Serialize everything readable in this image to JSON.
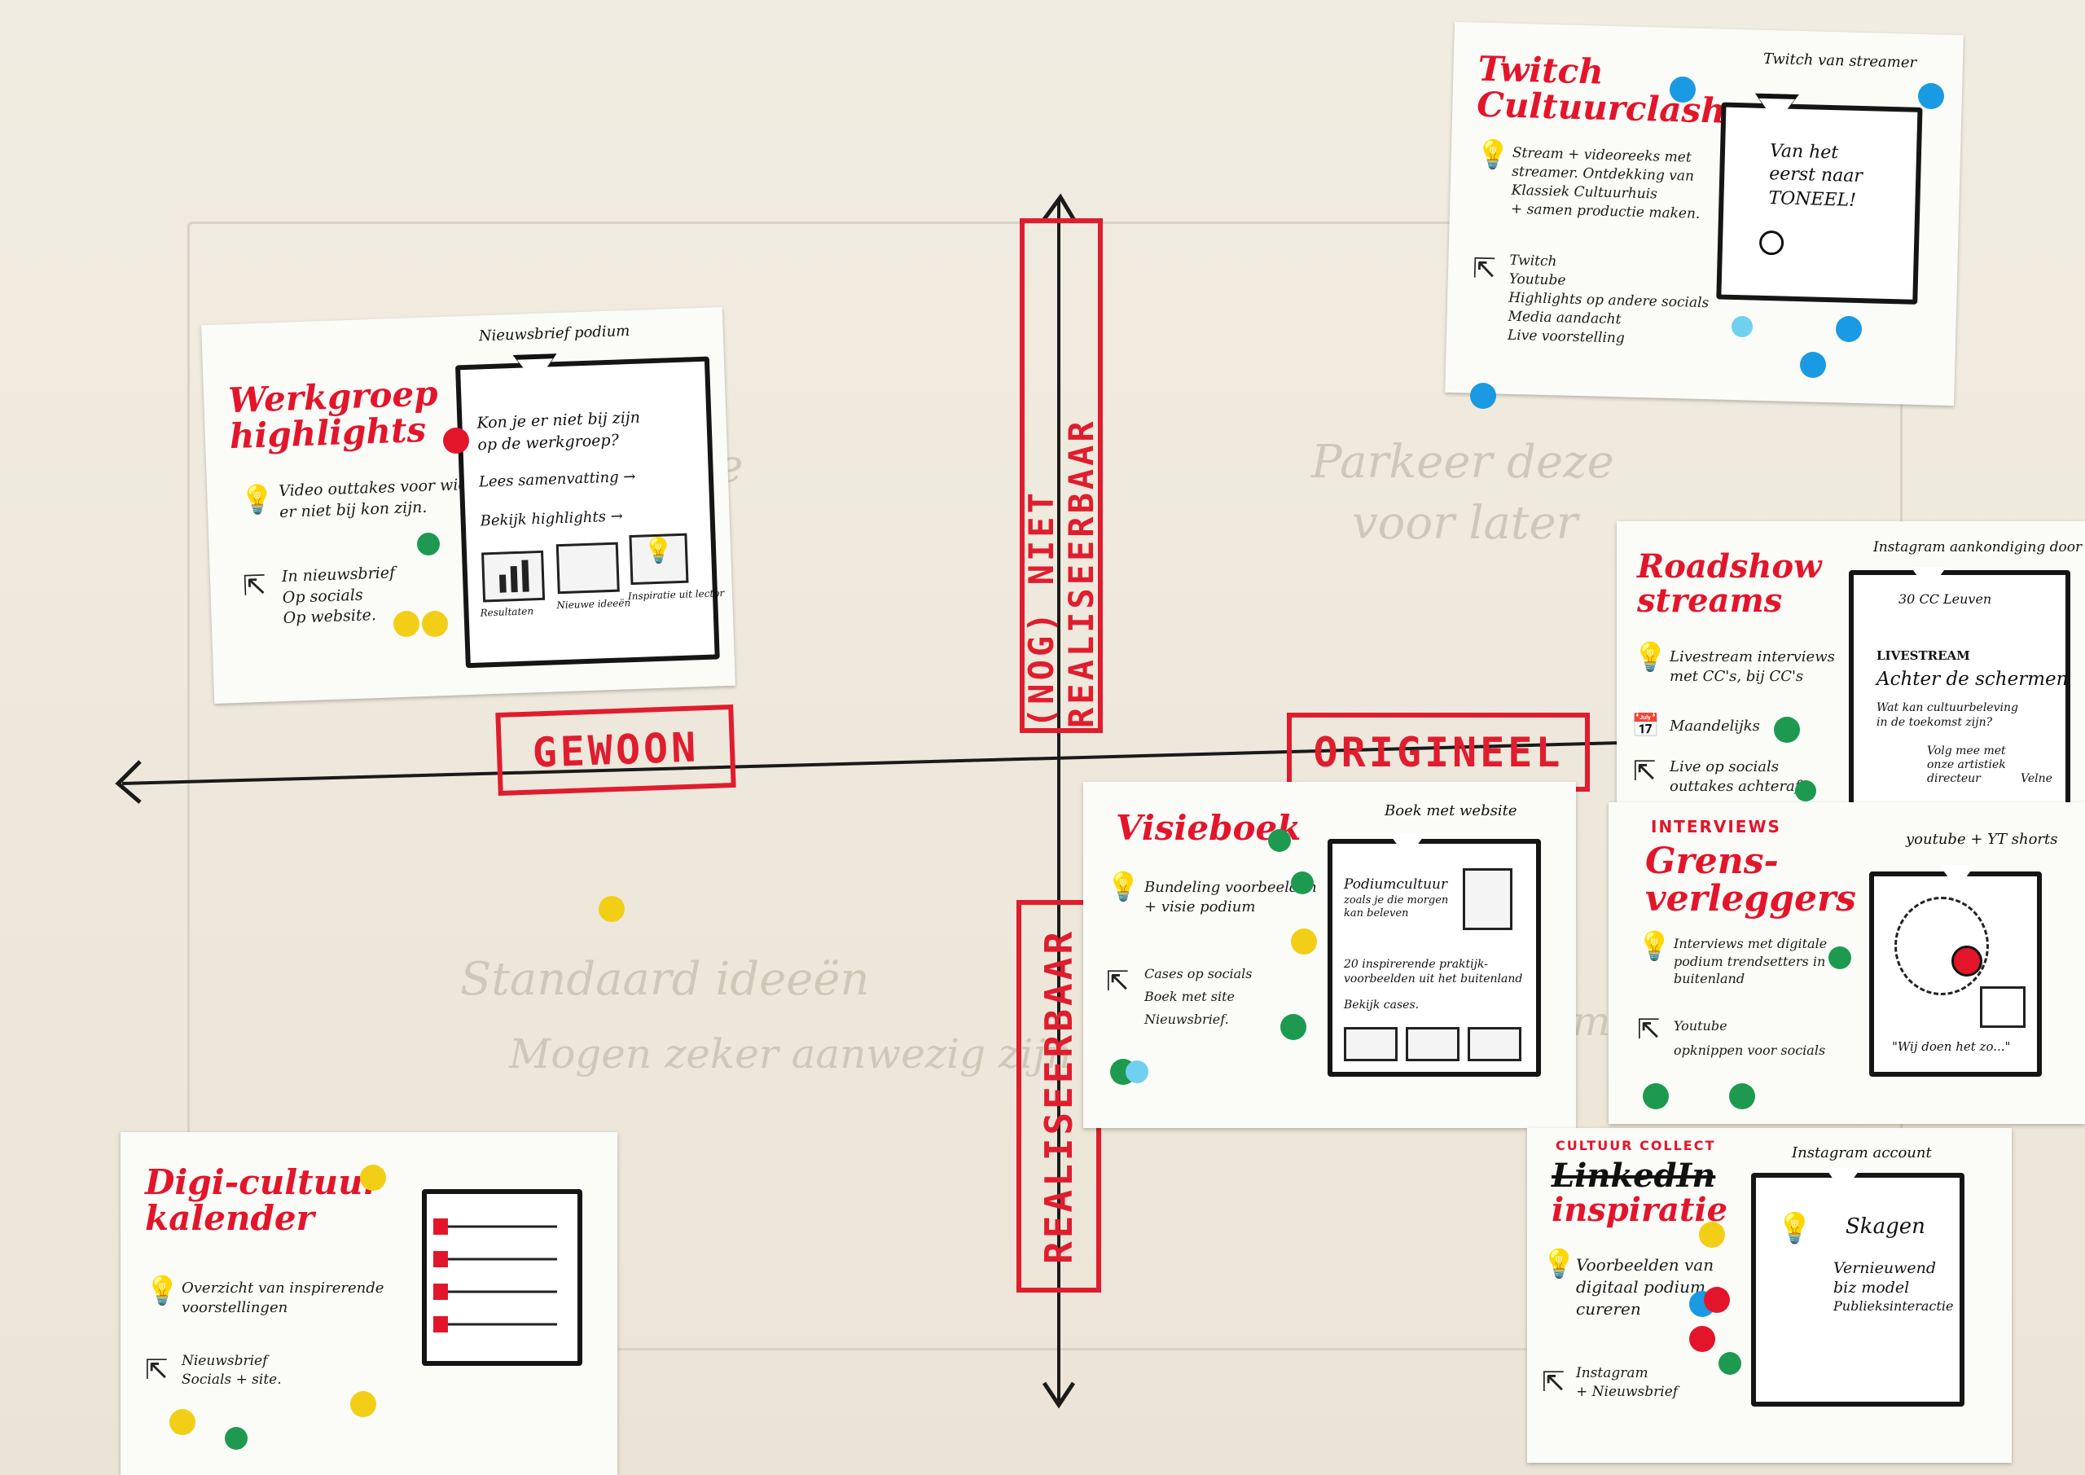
{
  "background_notes": {
    "top_left": "ze",
    "top_right": [
      "Parkeer deze",
      "voor later"
    ],
    "bottom_left": [
      "Standaard ideeën",
      "Mogen zeker aanwezig zijn"
    ],
    "bottom_right": "me"
  },
  "axes": {
    "left": "GEWOON",
    "right": "ORIGINEEL",
    "top": "(NOG) NIET REALISEERBAAR",
    "bottom": "REALISEERBAAR"
  },
  "cards": {
    "werkgroep": {
      "title": [
        "Werkgroep",
        "highlights"
      ],
      "idea": [
        "Video outtakes voor wie",
        "er niet bij kon zijn."
      ],
      "channels": [
        "In nieuwsbrief",
        "Op socials",
        "Op website."
      ],
      "screen_label": "Nieuwsbrief podium",
      "screen_lines": [
        "Kon je er niet bij zijn",
        "op de werkgroep?",
        "Lees samenvatting →",
        "Bekijk highlights →"
      ],
      "tiles": [
        "Resultaten",
        "Nieuwe ideeën",
        "Inspiratie uit lector"
      ]
    },
    "twitch": {
      "title": [
        "Twitch",
        "Cultuurclash"
      ],
      "idea": [
        "Stream + videoreeks met",
        "streamer. Ontdekking van",
        "Klassiek Cultuurhuis",
        "+ samen productie maken."
      ],
      "channels": [
        "Twitch",
        "Youtube",
        "Highlights op andere socials",
        "Media aandacht",
        "Live voorstelling"
      ],
      "screen_label": "Twitch van streamer",
      "screen_lines": [
        "Van het",
        "eerst naar",
        "TONEEL!"
      ]
    },
    "roadshow": {
      "title": [
        "Roadshow",
        "streams"
      ],
      "idea": [
        "Livestream interviews",
        "met CC's, bij CC's"
      ],
      "channels": [
        "Maandelijks",
        "Live op socials",
        "outtakes achteraf"
      ],
      "screen_label": "Instagram aankondiging door CC",
      "screen_lines": [
        "30 CC Leuven",
        "LIVESTREAM",
        "Achter de schermen",
        "Wat kan cultuurbeleving",
        "in de toekomst zijn?",
        "Volg mee met",
        "onze artistiek",
        "directeur",
        "Velne"
      ]
    },
    "visieboek": {
      "title": [
        "Visieboek"
      ],
      "idea": [
        "Bundeling voorbeelden",
        "+ visie podium"
      ],
      "channels": [
        "Cases op socials",
        "Boek met site",
        "Nieuwsbrief."
      ],
      "screen_label": "Boek met website",
      "screen_lines": [
        "Podiumcultuur",
        "zoals je die morgen",
        "kan beleven",
        "20 inspirerende praktijk-",
        "voorbeelden uit het buitenland",
        "Bekijk cases."
      ]
    },
    "grensverleggers": {
      "kicker": "INTERVIEWS",
      "title": [
        "Grens-",
        "verleggers"
      ],
      "idea": [
        "Interviews met digitale",
        "podium trendsetters in",
        "buitenland"
      ],
      "channels": [
        "Youtube",
        "opknippen voor socials"
      ],
      "screen_label": "youtube + YT shorts",
      "screen_caption": "\"Wij doen het zo...\""
    },
    "digicultuur": {
      "title": [
        "Digi-cultuur",
        "kalender"
      ],
      "idea": [
        "Overzicht van inspirerende",
        "voorstellingen"
      ],
      "channels": [
        "Nieuwsbrief",
        "Socials + site."
      ]
    },
    "linkedin": {
      "kicker": "CULTUUR COLLECT",
      "title": [
        "LinkedIn",
        "inspiratie"
      ],
      "idea": [
        "Voorbeelden van",
        "digitaal podium",
        "cureren"
      ],
      "channels": [
        "Instagram",
        "+ Nieuwsbrief"
      ],
      "screen_label": "Instagram account",
      "screen_lines": [
        "Skagen",
        "Vernieuwend",
        "biz model",
        "Publieksinteractie"
      ]
    }
  },
  "colors": {
    "red": "#e3152a",
    "green": "#1d9a50",
    "yellow": "#f2cf16",
    "blue": "#1a9ae2",
    "lightblue": "#6fd0ef"
  }
}
